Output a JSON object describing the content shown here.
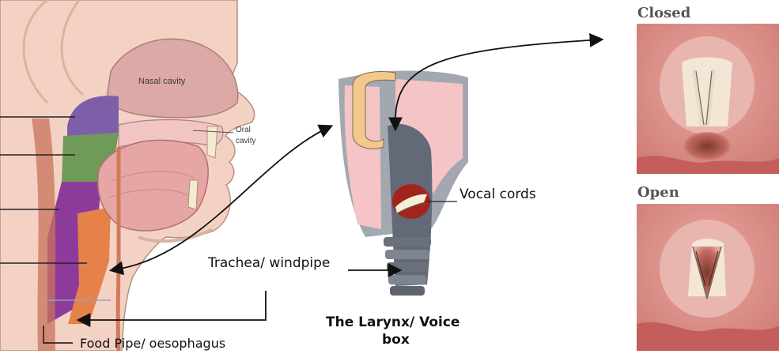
{
  "labels": {
    "nasal_cavity": "Nasal cavity",
    "oral_cavity_1": "Oral",
    "oral_cavity_2": "cavity",
    "vocal_cords": "Vocal cords",
    "trachea": "Trachea/ windpipe",
    "food_pipe": "Food Pipe/ oesophagus",
    "larynx_title_1": "The Larynx/ Voice",
    "larynx_title_2": "box",
    "closed": "Closed",
    "open": "Open"
  },
  "colors": {
    "skin": "#f3d2c4",
    "nasal": "#dca9a6",
    "nasopharynx": "#7d5ea9",
    "oropharynx": "#6f9a57",
    "laryngopharynx": "#8d3b9a",
    "esophagus": "#e6814a",
    "tongue": "#e7a6a6",
    "cartilage_yellow": "#f3c98b",
    "cartilage_pink": "#f4c4c6",
    "larynx_grey": "#9aa0a8",
    "airway_dark": "#616a76",
    "vocal_red": "#a3241f"
  }
}
